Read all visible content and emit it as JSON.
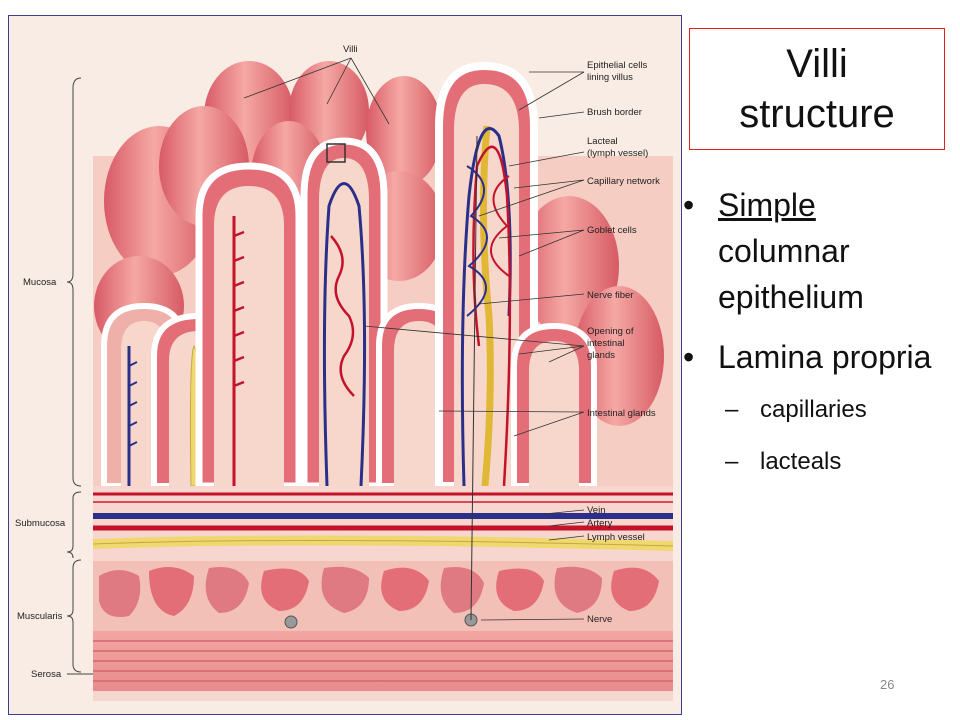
{
  "slide": {
    "title_line1": "Villi",
    "title_line2": "structure",
    "bullets": [
      {
        "underlined": "Simple",
        "rest": " columnar epithelium"
      },
      {
        "text": "Lamina propria"
      }
    ],
    "sub_bullets": [
      "capillaries",
      "lacteals"
    ],
    "page_number": "26",
    "bullet_glyph": "•",
    "dash_glyph": "–"
  },
  "figure": {
    "labels": {
      "villi": "Villi",
      "epithelial_1": "Epithelial cells",
      "epithelial_2": "lining villus",
      "brush_border": "Brush border",
      "lacteal_1": "Lacteal",
      "lacteal_2": "(lymph vessel)",
      "capillary_network": "Capillary network",
      "goblet_cells": "Goblet cells",
      "nerve_fiber": "Nerve fiber",
      "opening_1": "Opening of",
      "opening_2": "intestinal",
      "opening_3": "glands",
      "intestinal_glands": "Intestinal glands",
      "vein": "Vein",
      "artery": "Artery",
      "lymph_vessel": "Lymph vessel",
      "nerve": "Nerve",
      "mucosa": "Mucosa",
      "submucosa": "Submucosa",
      "muscularis": "Muscularis",
      "serosa": "Serosa"
    },
    "colors": {
      "tissue": "#e8747c",
      "tissue_light": "#f4b7b0",
      "vein": "#2a2f8a",
      "artery": "#c4122a",
      "lymph": "#f0d870",
      "border": "#3a3f8f",
      "title_border": "#e0211c"
    }
  }
}
